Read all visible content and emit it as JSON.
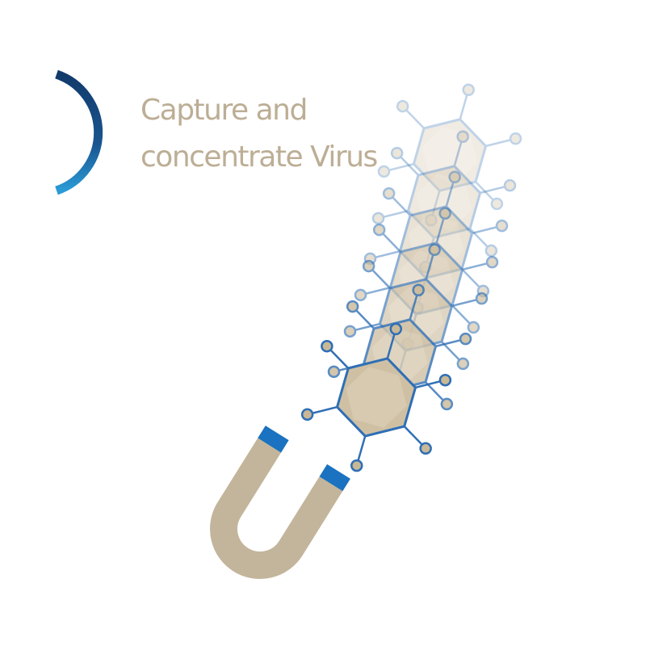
{
  "title": {
    "line1": "Capture and",
    "line2": "concentrate Virus"
  },
  "colors": {
    "text": "#bcae95",
    "virus_fill": "#cfc0a4",
    "virus_stroke": "#2f6fb5",
    "magnet_body": "#c3b59b",
    "magnet_pole": "#1a72c0",
    "arc_dark": "#123a6b",
    "arc_light": "#2a9bd6"
  },
  "icons": [
    "virus-chain-icon",
    "magnet-icon",
    "arc-decoration"
  ]
}
